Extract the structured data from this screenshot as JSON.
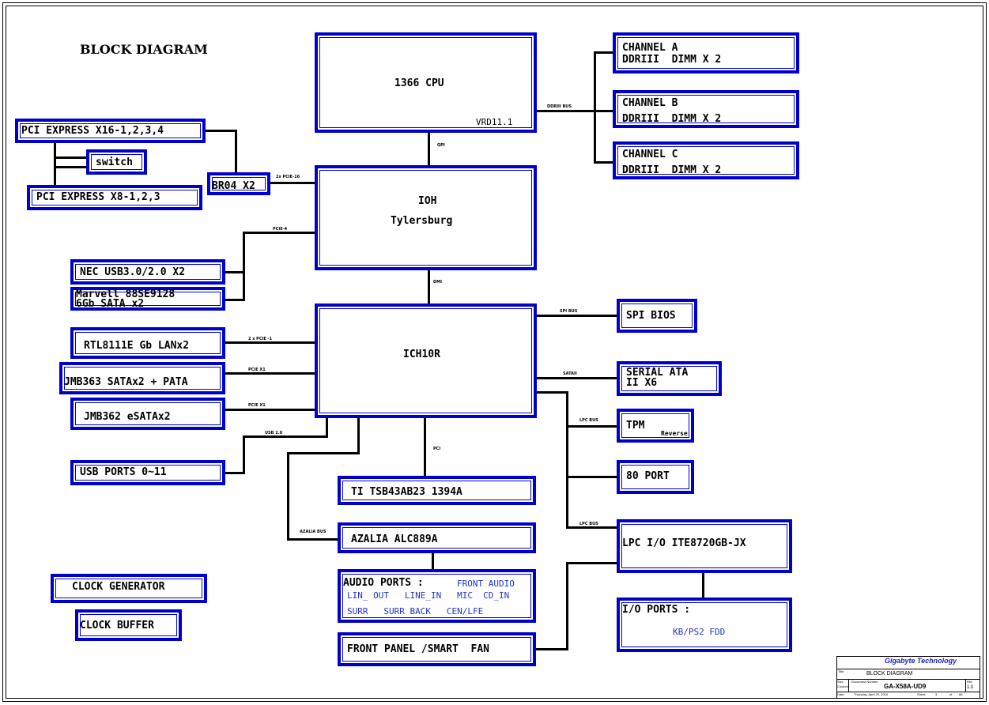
{
  "title": "BLOCK DIAGRAM",
  "blocks": {
    "cpu": {
      "name": "1366 CPU",
      "sub": "VRD11.1"
    },
    "chA": {
      "l1": "CHANNEL A",
      "l2": "DDRIII  DIMM X 2"
    },
    "chB": {
      "l1": "CHANNEL B",
      "l2": "DDRIII  DIMM X 2"
    },
    "chC": {
      "l1": "CHANNEL C",
      "l2": "DDRIII  DIMM X 2"
    },
    "pcie16": "PCI EXPRESS X16-1,2,3,4",
    "sw": "switch",
    "pcie8": "PCI EXPRESS X8-1,2,3",
    "br04": "BR04 X2",
    "ioh": {
      "l1": "IOH",
      "l2": "Tylersburg"
    },
    "nec": "NEC USB3.0/2.0 X2",
    "marvell": {
      "l1": "Marvell 88SE9128",
      "l2": "6Gb SATA x2"
    },
    "ich": "ICH10R",
    "rtl": "RTL8111E Gb LANx2",
    "jmb363": "JMB363 SATAx2 + PATA",
    "jmb362": "JMB362 eSATAx2",
    "usb": "USB PORTS 0~11",
    "ti": "TI TSB43AB23 1394A",
    "azalia": "AZALIA ALC889A",
    "audio": {
      "title": "AUDIO PORTS :",
      "front": "FRONT AUDIO",
      "r1": "LIN_ OUT   LINE_IN   MIC  CD_IN",
      "r2": "SURR   SURR BACK   CEN/LFE"
    },
    "front": "FRONT PANEL /SMART  FAN",
    "spi": "SPI BIOS",
    "sata": {
      "l1": "SERIAL ATA",
      "l2": "II X6"
    },
    "tpm": "TPM",
    "tpm_rev": "Reverse",
    "port80": "80 PORT",
    "lpcio": "LPC I/O ITE8720GB-JX",
    "ioports": {
      "title": "I/O PORTS :",
      "sub": "KB/PS2 FDD"
    },
    "clkgen": "CLOCK GENERATOR",
    "clkbuf": "CLOCK BUFFER"
  },
  "buses": {
    "ddr": "DDRIII BUS",
    "qpi": "QPI",
    "pcie16x2": "2x PCIE-16",
    "pcie4": "PCIE-4",
    "dmi": "DMI",
    "spibus": "SPI BUS",
    "pcie1": "2 x PCIE -1",
    "pciex1a": "PCIE X1",
    "pciex1b": "PCIE X1",
    "usb2": "USB 2.0",
    "sataii": "SATAII",
    "pci": "PCI",
    "lpc1": "LPC BUS",
    "lpc2": "LPC BUS",
    "azaliabus": "AZALIA BUS"
  },
  "title_block": {
    "company": "Gigabyte Technology",
    "title_lbl": "Title",
    "title": "BLOCK DIAGRAM",
    "size_lbl": "Size",
    "size": "Custom",
    "docnum_lbl": "Document Number",
    "docnum": "GA-X58A-UD9",
    "rev_lbl": "Rev",
    "rev": "1.0",
    "date_lbl": "Date:",
    "date": "Thursday, April 29, 2010",
    "sheet_lbl": "Sheet",
    "sheet": "3",
    "of_lbl": "of",
    "of": "66"
  }
}
